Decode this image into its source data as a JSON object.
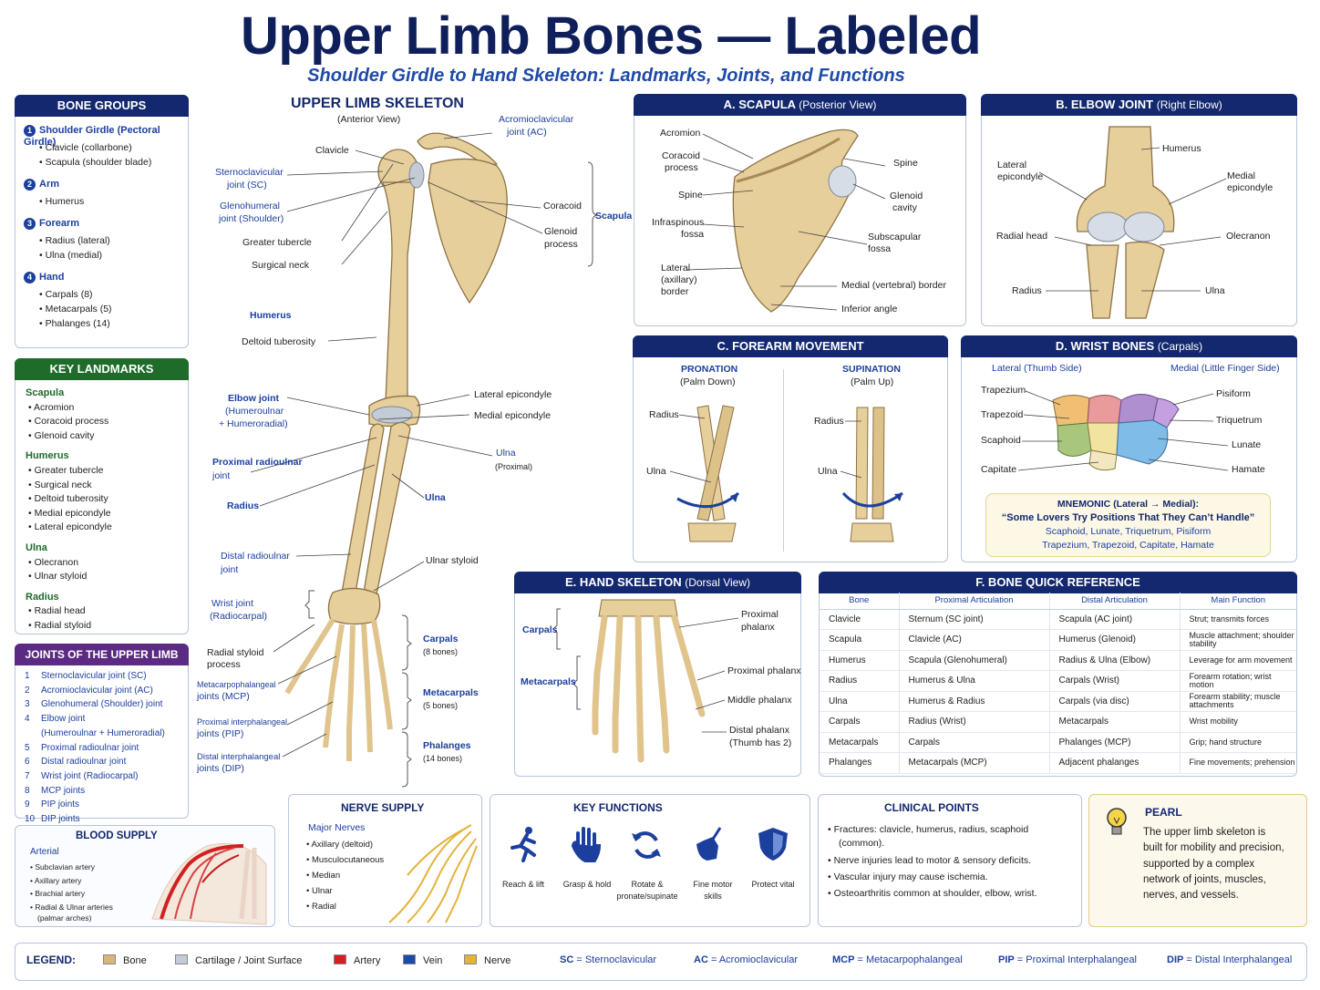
{
  "header": {
    "title": "Upper Limb Bones — Labeled",
    "subtitle": "Shoulder Girdle to Hand Skeleton: Landmarks, Joints, and Functions"
  },
  "bone_groups": {
    "title": "BONE GROUPS",
    "groups": [
      {
        "n": "1",
        "name": "Shoulder Girdle (Pectoral Girdle)",
        "items": [
          "Clavicle (collarbone)",
          "Scapula (shoulder blade)"
        ]
      },
      {
        "n": "2",
        "name": "Arm",
        "items": [
          "Humerus"
        ]
      },
      {
        "n": "3",
        "name": "Forearm",
        "items": [
          "Radius (lateral)",
          "Ulna (medial)"
        ]
      },
      {
        "n": "4",
        "name": "Hand",
        "items": [
          "Carpals (8)",
          "Metacarpals (5)",
          "Phalanges (14)"
        ]
      }
    ]
  },
  "key_landmarks": {
    "title": "KEY LANDMARKS",
    "groups": [
      {
        "name": "Scapula",
        "items": [
          "Acromion",
          "Coracoid process",
          "Glenoid cavity"
        ]
      },
      {
        "name": "Humerus",
        "items": [
          "Greater tubercle",
          "Surgical neck",
          "Deltoid tuberosity",
          "Medial epicondyle",
          "Lateral epicondyle"
        ]
      },
      {
        "name": "Ulna",
        "items": [
          "Olecranon",
          "Ulnar styloid"
        ]
      },
      {
        "name": "Radius",
        "items": [
          "Radial head",
          "Radial styloid"
        ]
      }
    ]
  },
  "joints": {
    "title": "JOINTS OF THE UPPER LIMB",
    "items": [
      {
        "n": "1",
        "t": "Sternoclavicular joint (SC)"
      },
      {
        "n": "2",
        "t": "Acromioclavicular joint (AC)"
      },
      {
        "n": "3",
        "t": "Glenohumeral (Shoulder) joint"
      },
      {
        "n": "4",
        "t": "Elbow joint",
        "t2": "(Humeroulnar + Humeroradial)"
      },
      {
        "n": "5",
        "t": "Proximal radioulnar joint"
      },
      {
        "n": "6",
        "t": "Distal radioulnar joint"
      },
      {
        "n": "7",
        "t": "Wrist joint (Radiocarpal)"
      },
      {
        "n": "8",
        "t": "MCP joints"
      },
      {
        "n": "9",
        "t": "PIP joints"
      },
      {
        "n": "10",
        "t": "DIP joints"
      }
    ]
  },
  "blood": {
    "title": "BLOOD SUPPLY",
    "sub": "Arterial",
    "items": [
      "Subclavian artery",
      "Axillary artery",
      "Brachial artery",
      "Radial & Ulnar arteries",
      "(palmar arches)"
    ]
  },
  "skeleton": {
    "title": "UPPER LIMB SKELETON",
    "view": "(Anterior View)",
    "labels": {
      "clavicle": "Clavicle",
      "ac": "Acromioclavicular",
      "ac2": "joint (AC)",
      "sc": "Sternoclavicular",
      "sc2": "joint (SC)",
      "gh": "Glenohumeral",
      "gh2": "joint (Shoulder)",
      "coracoid": "Coracoid",
      "glenoid": "Glenoid",
      "glenoid2": "process",
      "scapula": "Scapula",
      "gt": "Greater tubercle",
      "sn": "Surgical neck",
      "humerus": "Humerus",
      "dt": "Deltoid tuberosity",
      "elbow": "Elbow joint",
      "elbow2": "(Humeroulnar",
      "elbow3": "+ Humeroradial)",
      "le": "Lateral epicondyle",
      "me": "Medial epicondyle",
      "prox": "Proximal radioulnar",
      "prox2": "joint",
      "ulnap": "Ulna",
      "ulnap2": "(Proximal)",
      "radius": "Radius",
      "ulna": "Ulna",
      "dist": "Distal radioulnar",
      "dist2": "joint",
      "us": "Ulnar styloid",
      "wrist": "Wrist joint",
      "wrist2": "(Radiocarpal)",
      "rs": "Radial styloid",
      "rs2": "process",
      "mcp": "Metacarpophalangeal",
      "mcp2": "joints (MCP)",
      "pip": "Proximal interphalangeal",
      "pip2": "joints (PIP)",
      "dip": "Distal interphalangeal",
      "dip2": "joints (DIP)",
      "carpals": "Carpals",
      "carpals2": "(8 bones)",
      "meta": "Metacarpals",
      "meta2": "(5 bones)",
      "phal": "Phalanges",
      "phal2": "(14 bones)"
    }
  },
  "scapula": {
    "title": "A. SCAPULA",
    "view": "(Posterior View)",
    "labels": [
      "Acromion",
      "Coracoid",
      "process",
      "Spine",
      "Infraspinous",
      "fossa",
      "Lateral",
      "(axillary)",
      "border",
      "Spine",
      "Glenoid",
      "cavity",
      "Subscapular",
      "fossa",
      "Medial (vertebral) border",
      "Inferior angle"
    ]
  },
  "elbow": {
    "title": "B. ELBOW JOINT",
    "view": "(Right Elbow)",
    "labels": [
      "Humerus",
      "Lateral",
      "epicondyle",
      "Medial",
      "epicondyle",
      "Radial head",
      "Olecranon",
      "Radius",
      "Ulna"
    ]
  },
  "forearm": {
    "title": "C. FOREARM MOVEMENT",
    "pro": "PRONATION",
    "pro2": "(Palm Down)",
    "sup": "SUPINATION",
    "sup2": "(Palm Up)",
    "radius": "Radius",
    "ulna": "Ulna"
  },
  "wrist": {
    "title": "D. WRIST BONES",
    "view": "(Carpals)",
    "lat": "Lateral (Thumb Side)",
    "med": "Medial (Little Finger Side)",
    "left": [
      "Trapezium",
      "Trapezoid",
      "Scaphoid",
      "Capitate"
    ],
    "right": [
      "Pisiform",
      "Triquetrum",
      "Lunate",
      "Hamate"
    ],
    "mn_title": "MNEMONIC (Lateral → Medial):",
    "mn_text": "“Some Lovers Try Positions That They Can’t Handle”",
    "mn_row1": "Scaphoid, Lunate, Triquetrum, Pisiform",
    "mn_row2": "Trapezium, Trapezoid, Capitate, Hamate"
  },
  "hand": {
    "title": "E. HAND SKELETON",
    "view": "(Dorsal View)",
    "carpals": "Carpals",
    "meta": "Metacarpals",
    "pp": "Proximal",
    "pp2": "phalanx",
    "px": "Proximal phalanx",
    "mp": "Middle phalanx",
    "dp": "Distal phalanx",
    "dp2": "(Thumb has 2)"
  },
  "quickref": {
    "title": "F. BONE QUICK REFERENCE",
    "headers": [
      "Bone",
      "Proximal Articulation",
      "Distal Articulation",
      "Main Function"
    ],
    "rows": [
      [
        "Clavicle",
        "Sternum (SC joint)",
        "Scapula (AC joint)",
        "Strut; transmits forces"
      ],
      [
        "Scapula",
        "Clavicle (AC)",
        "Humerus (Glenoid)",
        "Muscle attachment; shoulder stability"
      ],
      [
        "Humerus",
        "Scapula (Glenohumeral)",
        "Radius & Ulna (Elbow)",
        "Leverage for arm movement"
      ],
      [
        "Radius",
        "Humerus & Ulna",
        "Carpals (Wrist)",
        "Forearm rotation; wrist motion"
      ],
      [
        "Ulna",
        "Humerus & Radius",
        "Carpals (via disc)",
        "Forearm stability; muscle attachments"
      ],
      [
        "Carpals",
        "Radius (Wrist)",
        "Metacarpals",
        "Wrist mobility"
      ],
      [
        "Metacarpals",
        "Carpals",
        "Phalanges (MCP)",
        "Grip; hand structure"
      ],
      [
        "Phalanges",
        "Metacarpals (MCP)",
        "Adjacent phalanges",
        "Fine movements; prehension"
      ]
    ]
  },
  "nerve": {
    "title": "NERVE SUPPLY",
    "sub": "Major Nerves",
    "items": [
      "Axillary (deltoid)",
      "Musculocutaneous",
      "Median",
      "Ulnar",
      "Radial"
    ]
  },
  "functions": {
    "title": "KEY FUNCTIONS",
    "items": [
      {
        "l": "Reach & lift"
      },
      {
        "l": "Grasp & hold"
      },
      {
        "l": "Rotate &",
        "l2": "pronate/supinate"
      },
      {
        "l": "Fine motor",
        "l2": "skills"
      },
      {
        "l": "Protect vital"
      }
    ]
  },
  "clinical": {
    "title": "CLINICAL POINTS",
    "items": [
      "Fractures: clavicle, humerus, radius, scaphoid",
      "(common).",
      "Nerve injuries lead to motor & sensory deficits.",
      "Vascular injury may cause ischemia.",
      "Osteoarthritis common at shoulder, elbow, wrist."
    ]
  },
  "pearl": {
    "title": "PEARL",
    "lines": [
      "The upper limb skeleton is",
      "built for mobility and precision,",
      "supported by a complex",
      "network of joints, muscles,",
      "nerves, and vessels."
    ]
  },
  "legend": {
    "title": "LEGEND:",
    "items": [
      {
        "t": "Bone",
        "c": "#d8b67a"
      },
      {
        "t": "Cartilage / Joint Surface",
        "c": "#c3cbd6"
      },
      {
        "t": "Artery",
        "c": "#d21f1f"
      },
      {
        "t": "Vein",
        "c": "#1c4aa8"
      },
      {
        "t": "Nerve",
        "c": "#e3b33a"
      }
    ],
    "abbr": [
      {
        "k": "SC",
        "v": "Sternoclavicular"
      },
      {
        "k": "AC",
        "v": "Acromioclavicular"
      },
      {
        "k": "MCP",
        "v": "Metacarpophalangeal"
      },
      {
        "k": "PIP",
        "v": "Proximal Interphalangeal"
      },
      {
        "k": "DIP",
        "v": "Distal Interphalangeal"
      }
    ]
  }
}
